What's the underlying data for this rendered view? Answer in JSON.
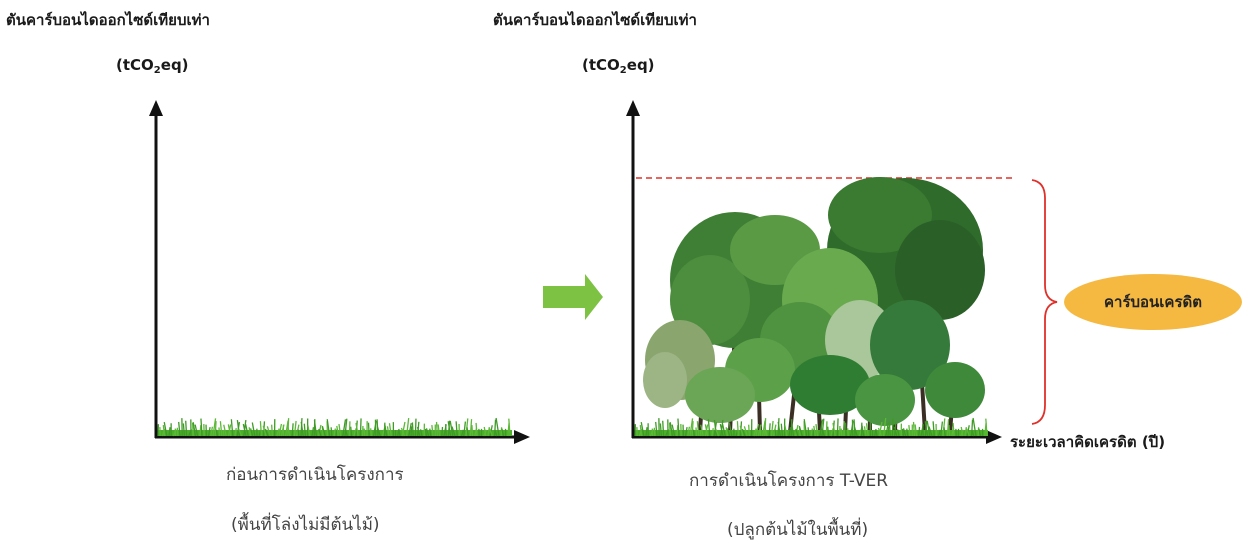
{
  "left_panel": {
    "y_label_line1": "ตันคาร์บอนไดออกไซด์เทียบเท่า",
    "y_label_unit_pre": "(tCO",
    "y_label_unit_sub": "2",
    "y_label_unit_post": "eq)",
    "caption_line1": "ก่อนการดำเนินโครงการ",
    "caption_line2": "(พื้นที่โล่งไม่มีต้นไม้)"
  },
  "right_panel": {
    "y_label_line1": "ตันคาร์บอนไดออกไซด์เทียบเท่า",
    "y_label_unit_pre": "(tCO",
    "y_label_unit_sub": "2",
    "y_label_unit_post": "eq)",
    "x_label": "ระยะเวลาคิดเครดิต (ปี)",
    "caption_line1": "การดำเนินโครงการ T-VER",
    "caption_line2": "(ปลูกต้นไม้ในพื้นที่)",
    "credit_label": "คาร์บอนเครดิต"
  },
  "colors": {
    "axis": "#111111",
    "grass": "#4caf2a",
    "transition_arrow": "#7dc242",
    "dashed_line": "#e0302a",
    "brace": "#e0302a",
    "credit_ellipse": "#f5b942"
  }
}
